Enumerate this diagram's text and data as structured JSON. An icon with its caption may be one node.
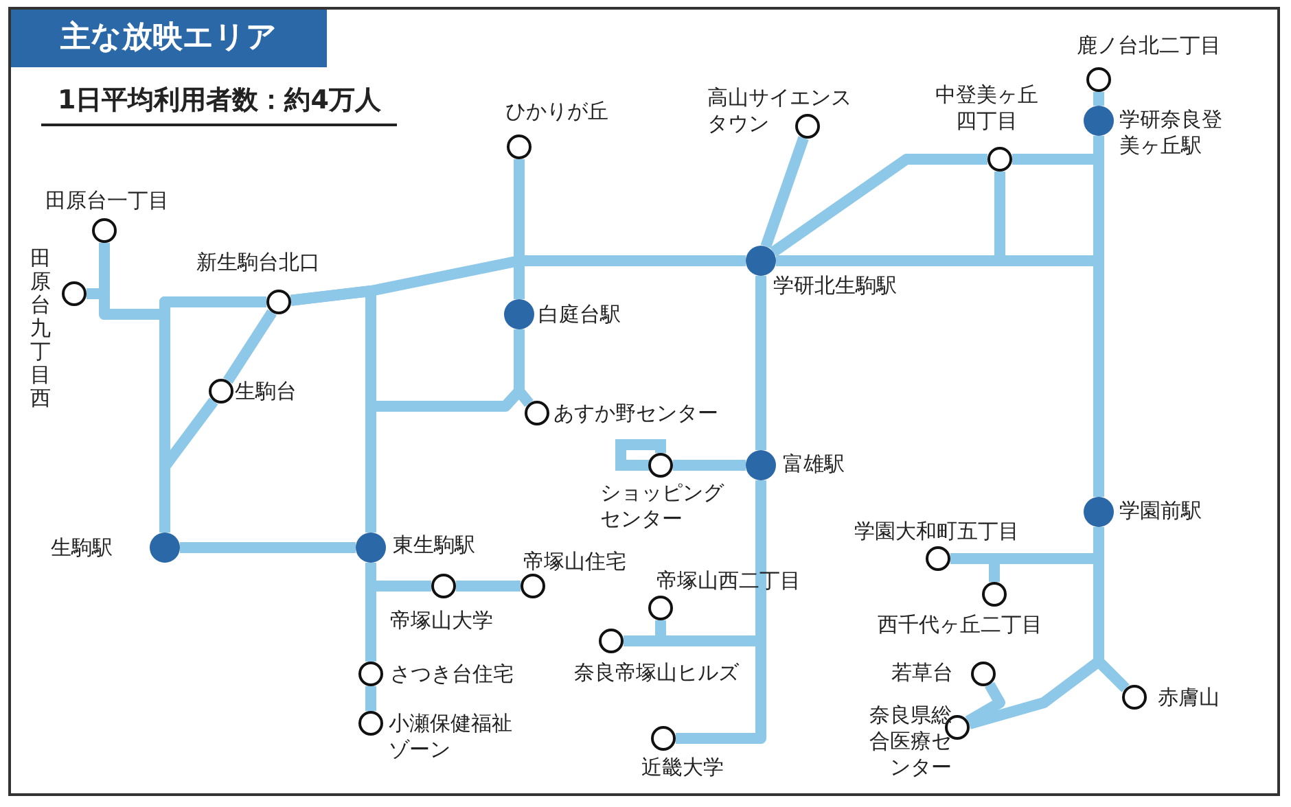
{
  "diagram": {
    "title": "主な放映エリア",
    "nodes": [
      {
        "text": [],
        "shape": "circle",
        "beside": [
          "鹿ノ台北二丁目"
        ]
      },
      {
        "text": [],
        "shape": "circle",
        "beside": [
          "高山サイエンスタウン"
        ]
      },
      {
        "text": [],
        "shape": "circle",
        "beside": [
          "中登美ヶ丘四丁目"
        ]
      },
      {
        "text": [],
        "shape": "circle",
        "beside": [
          "学研奈良登美ヶ丘駅"
        ]
      },
      {
        "text": [],
        "shape": "circle",
        "beside": [
          "ひかりが丘"
        ]
      },
      {
        "text": [],
        "shape": "circle",
        "beside": [
          "田原台一丁目"
        ]
      },
      {
        "text": [],
        "shape": "circle",
        "beside": [
          "田原台九丁目西"
        ]
      },
      {
        "text": [],
        "shape": "circle",
        "beside": [
          "新生駒台北口"
        ]
      },
      {
        "text": [],
        "shape": "circle",
        "beside": [
          "学研北生駒駅"
        ]
      },
      {
        "text": [],
        "shape": "circle",
        "beside": [
          "白庭台駅"
        ]
      },
      {
        "text": [],
        "shape": "circle",
        "beside": [
          "生駒台"
        ]
      },
      {
        "text": [],
        "shape": "circle",
        "beside": [
          "あすか野センター"
        ]
      },
      {
        "text": [],
        "shape": "circle",
        "beside": [
          "ショッピングセンター"
        ]
      },
      {
        "text": [],
        "shape": "circle",
        "beside": [
          "富雄駅"
        ]
      },
      {
        "text": [],
        "shape": "circle",
        "beside": [
          "学園前駅"
        ]
      },
      {
        "text": [],
        "shape": "circle",
        "beside": [
          "生駒駅"
        ]
      },
      {
        "text": [],
        "shape": "circle",
        "beside": [
          "東生駒駅"
        ]
      },
      {
        "text": [],
        "shape": "circle",
        "beside": [
          "帝塚山住宅"
        ]
      },
      {
        "text": [],
        "shape": "circle",
        "beside": [
          "帝塚山大学"
        ]
      },
      {
        "text": [],
        "shape": "circle",
        "beside": [
          "学園大和町五丁目"
        ]
      },
      {
        "text": [],
        "shape": "circle",
        "beside": [
          "西千代ヶ丘二丁目"
        ]
      },
      {
        "text": [],
        "shape": "circle",
        "beside": [
          "帝塚山西二丁目"
        ]
      },
      {
        "text": [],
        "shape": "circle",
        "beside": [
          "奈良帝塚山ヒルズ"
        ]
      },
      {
        "text": [],
        "shape": "circle",
        "beside": [
          "さつき台住宅"
        ]
      },
      {
        "text": [],
        "shape": "circle",
        "beside": [
          "若草台"
        ]
      },
      {
        "text": [],
        "shape": "circle",
        "beside": [
          "赤膚山"
        ]
      },
      {
        "text": [],
        "shape": "circle",
        "beside": [
          "小瀬保健福祉ゾーン"
        ]
      },
      {
        "text": [],
        "shape": "circle",
        "beside": [
          "奈良県総合医療センター"
        ]
      },
      {
        "text": [],
        "shape": "circle",
        "beside": [
          "近畿大学"
        ]
      }
    ],
    "edges": [
      {
        "from": 0,
        "to": 3,
        "arrow": "none"
      },
      {
        "from": 3,
        "to": 2,
        "arrow": "none"
      },
      {
        "from": 2,
        "to": 8,
        "arrow": "none"
      },
      {
        "from": 2,
        "to": 8,
        "arrow": "none"
      },
      {
        "from": 8,
        "to": 3,
        "arrow": "none"
      },
      {
        "from": 1,
        "to": 8,
        "arrow": "none"
      },
      {
        "from": 4,
        "to": 9,
        "arrow": "none"
      },
      {
        "from": 9,
        "to": 11,
        "arrow": "none"
      },
      {
        "from": 9,
        "to": 16,
        "arrow": "none"
      },
      {
        "from": 7,
        "to": 8,
        "arrow": "none"
      },
      {
        "from": 7,
        "to": 16,
        "arrow": "none"
      },
      {
        "from": 5,
        "to": 7,
        "arrow": "none"
      },
      {
        "from": 6,
        "to": 7,
        "arrow": "none"
      },
      {
        "from": 7,
        "to": 15,
        "arrow": "none"
      },
      {
        "from": 7,
        "to": 10,
        "arrow": "none"
      },
      {
        "from": 10,
        "to": 15,
        "arrow": "none"
      },
      {
        "from": 15,
        "to": 16,
        "arrow": "none"
      },
      {
        "from": 16,
        "to": 18,
        "arrow": "none"
      },
      {
        "from": 18,
        "to": 17,
        "arrow": "none"
      },
      {
        "from": 16,
        "to": 23,
        "arrow": "none"
      },
      {
        "from": 23,
        "to": 26,
        "arrow": "none"
      },
      {
        "from": 8,
        "to": 13,
        "arrow": "none"
      },
      {
        "from": 13,
        "to": 12,
        "arrow": "none"
      },
      {
        "from": 13,
        "to": 22,
        "arrow": "none"
      },
      {
        "from": 21,
        "to": 22,
        "arrow": "none"
      },
      {
        "from": 13,
        "to": 28,
        "arrow": "none"
      },
      {
        "from": 3,
        "to": 14,
        "arrow": "none"
      },
      {
        "from": 14,
        "to": 19,
        "arrow": "none"
      },
      {
        "from": 19,
        "to": 20,
        "arrow": "none"
      },
      {
        "from": 14,
        "to": 25,
        "arrow": "none"
      },
      {
        "from": 14,
        "to": 27,
        "arrow": "none"
      },
      {
        "from": 24,
        "to": 27,
        "arrow": "none"
      }
    ],
    "labels": [
      "1日平均利用者数：約4万人"
    ]
  }
}
